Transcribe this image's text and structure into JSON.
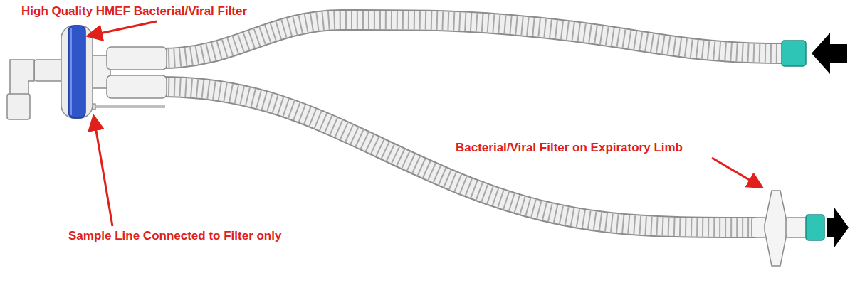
{
  "diagram": {
    "labels": [
      "High Quality HMEF Bacterial/Viral Filter",
      "Bacterial/Viral Filter on Expiratory Limb",
      "Sample Line Connected to Filter only"
    ]
  }
}
